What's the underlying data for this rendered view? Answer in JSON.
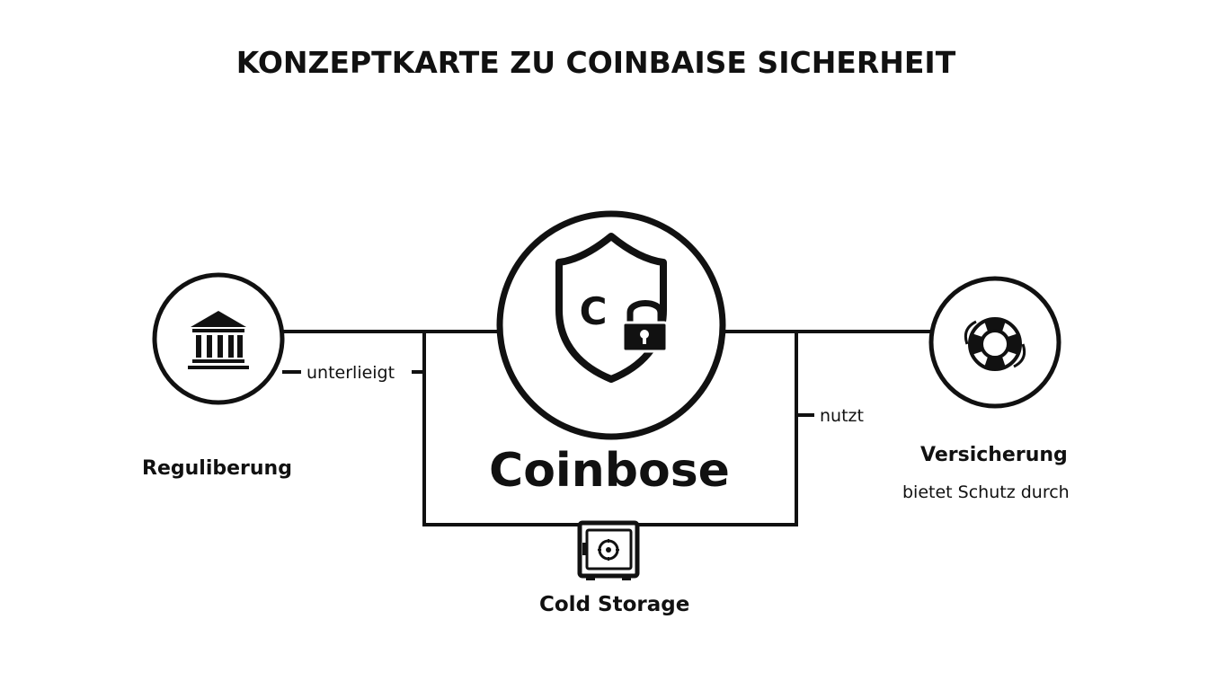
{
  "title": "KONZEPTKARTE ZU COINBAISE SICHERHEIT",
  "center": {
    "name": "Coinbose",
    "icon": "shield-lock-icon",
    "icon_letter": "C"
  },
  "nodes": {
    "regulation": {
      "label": "Reguliberung",
      "icon": "bank-icon"
    },
    "insurance": {
      "label": "Versicherung",
      "sublabel": "bietet Schutz durch",
      "icon": "lifebuoy-icon"
    },
    "cold_storage": {
      "label": "Cold Storage",
      "icon": "safe-icon"
    }
  },
  "edges": {
    "left": "unterlieigt",
    "right": "nutzt"
  },
  "colors": {
    "stroke": "#111111",
    "background": "#ffffff"
  }
}
